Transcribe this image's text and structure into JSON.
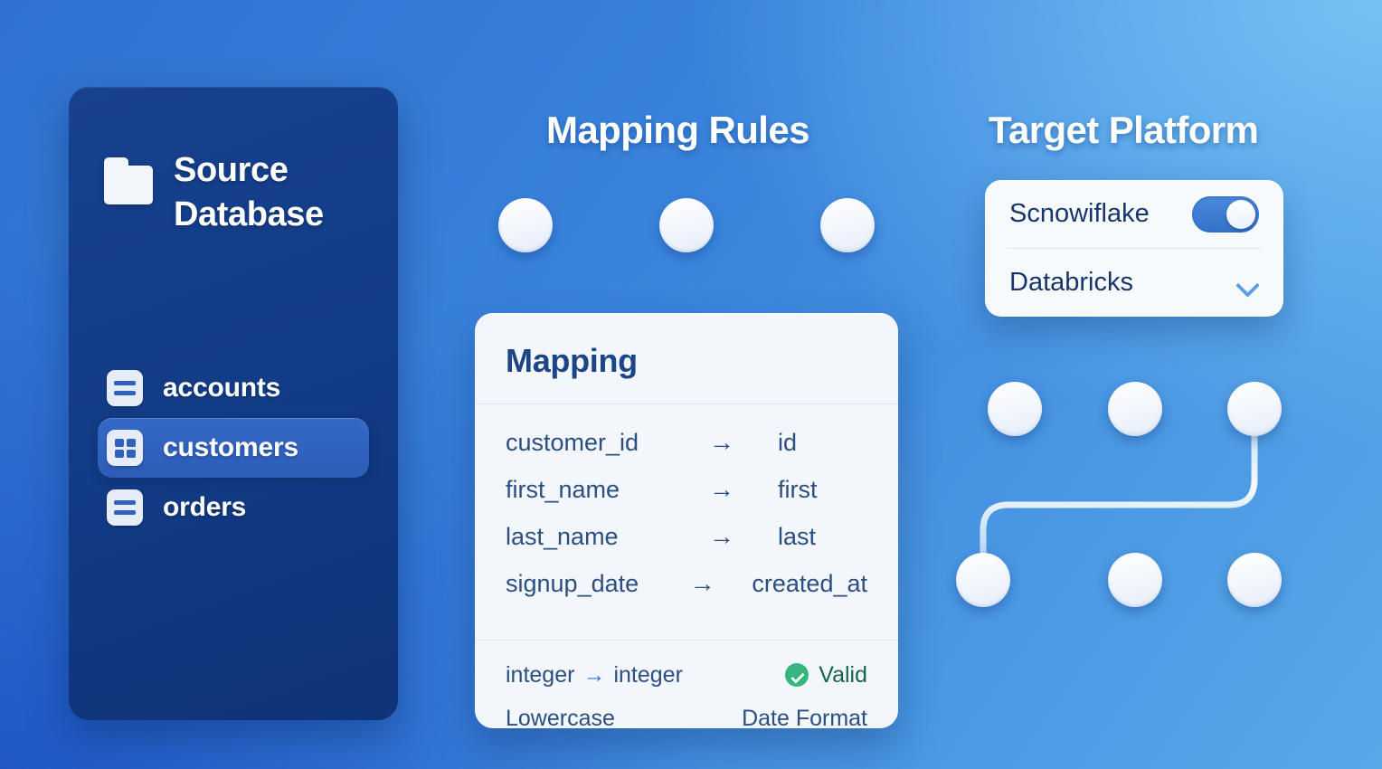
{
  "sidebar": {
    "title": "Source Database",
    "title_icon": "folder-icon",
    "items": [
      {
        "label": "accounts",
        "icon": "table-list-icon",
        "active": false
      },
      {
        "label": "customers",
        "icon": "table-grid-icon",
        "active": true
      },
      {
        "label": "orders",
        "icon": "table-list-icon",
        "active": false
      }
    ]
  },
  "headings": {
    "mapping_rules": "Mapping Rules",
    "target_platform": "Target Platform"
  },
  "mapping_card": {
    "title": "Mapping",
    "arrow_glyph": "→",
    "rows": [
      {
        "source": "customer_id",
        "arrow": "→",
        "target": "id"
      },
      {
        "source": "first_name",
        "arrow": "→",
        "target": "first"
      },
      {
        "source": "last_name",
        "arrow": "→",
        "target": "last"
      },
      {
        "source": "signup_date",
        "arrow": "→",
        "target": "created_at"
      }
    ],
    "footer": {
      "type_from": "integer",
      "type_arrow": "→",
      "type_to": "integer",
      "status_label": "Valid",
      "status_icon": "check-circle-icon",
      "status_color": "#14664a",
      "status_icon_color": "#35b67e",
      "transform_left": "Lowercase",
      "transform_right": "Date Format"
    }
  },
  "target_card": {
    "rows": [
      {
        "label": "Scnowiflake",
        "control": "toggle",
        "state": "on"
      },
      {
        "label": "Databricks",
        "control": "chevron",
        "state": "collapsed"
      }
    ]
  },
  "graph": {
    "top_nodes": 3,
    "right_top_nodes": 3,
    "right_bottom_nodes": 3
  },
  "colors": {
    "sidebar_bg": "#123b85",
    "sidebar_active": "#2c5cb8",
    "card_bg": "#f3f6fa",
    "accent_blue": "#2f76d6",
    "text_navy": "#2b4f80",
    "valid_green": "#14664a",
    "bg_top_left": "#2f72d0",
    "bg_top_right": "#62b4ec",
    "bg_bottom_left": "#2662cc"
  }
}
